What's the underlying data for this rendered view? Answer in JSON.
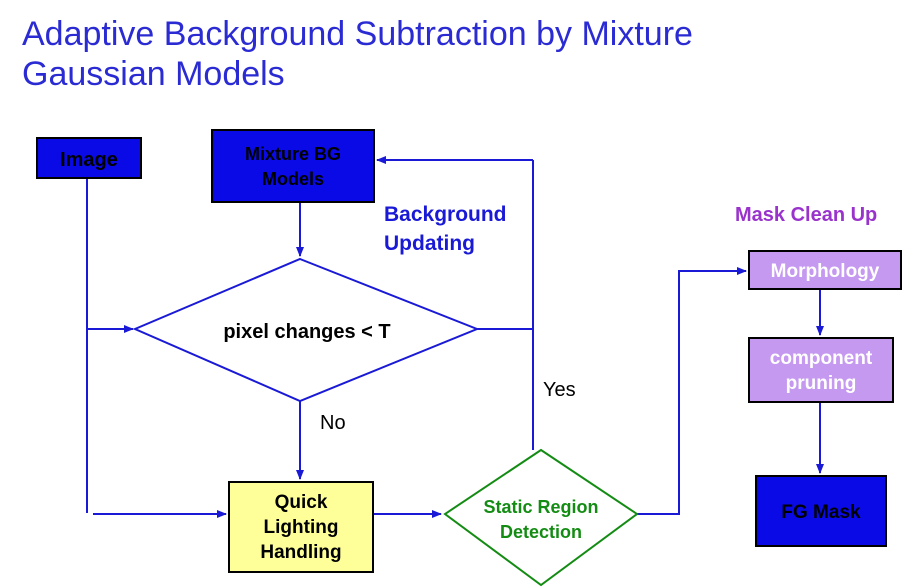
{
  "title": {
    "line1": "Adaptive Background Subtraction by Mixture",
    "line2": "Gaussian Models"
  },
  "nodes": {
    "image": "Image",
    "mixture_bg": [
      "Mixture BG",
      "Models"
    ],
    "pixel_changes": "pixel changes < T",
    "quick_lighting": [
      "Quick",
      "Lighting",
      "Handling"
    ],
    "static_region": [
      "Static Region",
      "Detection"
    ],
    "morphology": "Morphology",
    "component_pruning": [
      "component",
      "pruning"
    ],
    "fg_mask": "FG Mask"
  },
  "labels": {
    "background_updating": [
      "Background",
      "Updating"
    ],
    "yes": "Yes",
    "no": "No",
    "mask_clean_up": "Mask Clean Up"
  },
  "colors": {
    "title": "#2b2bd4",
    "line": "#1a1ad6",
    "dark_box": "#0a0ae6",
    "yellow_box": "#ffff99",
    "purple_box": "#c599f0",
    "green_text": "#148c14",
    "purple_text": "#9933cc",
    "blue_text": "#1a1ad6"
  }
}
